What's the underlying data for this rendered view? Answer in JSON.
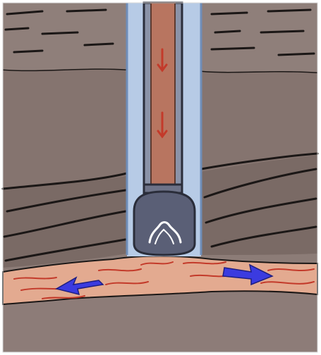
{
  "illustration": {
    "subject": "drill-pipe-in-borehole",
    "colors": {
      "sky_border": "#ffffff",
      "rock_dark": "#7a6a66",
      "rock_mid": "#8e7e79",
      "rock_light": "#a08f89",
      "layer_line": "#1b1716",
      "borehole": "#b7cbe6",
      "borehole_edge": "#6f8eb9",
      "pipe": "#b87560",
      "pipe_dark": "#5e3a2f",
      "drill_bit": "#5a5f76",
      "drill_bit_edge": "#2a2d3a",
      "flow_red": "#c33a2a",
      "fracture_zone": "#e3aa90",
      "arrow_blue": "#3b3be0"
    },
    "arrows": {
      "down_count": 2,
      "outward_directions": [
        "left",
        "right"
      ]
    }
  }
}
